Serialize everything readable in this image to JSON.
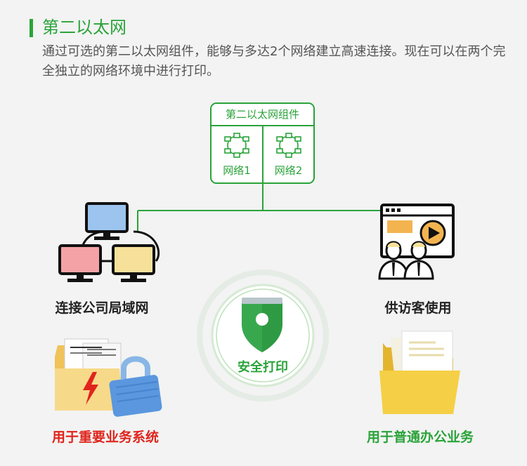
{
  "title": "第二以太网",
  "description": "通过可选的第二以太网组件，能够与多达2个网络建立高速连接。现在可以在两个完全独立的网络环境中进行打印。",
  "component": {
    "title": "第二以太网组件",
    "network1": "网络1",
    "network2": "网络2"
  },
  "center_label": "安全打印",
  "left_top_label": "连接公司局域网",
  "right_top_label": "供访客使用",
  "left_bottom_label": "用于重要业务系统",
  "right_bottom_label": "用于普通办公业务",
  "colors": {
    "accent_green": "#2aa33a",
    "alert_red": "#e0241c"
  }
}
